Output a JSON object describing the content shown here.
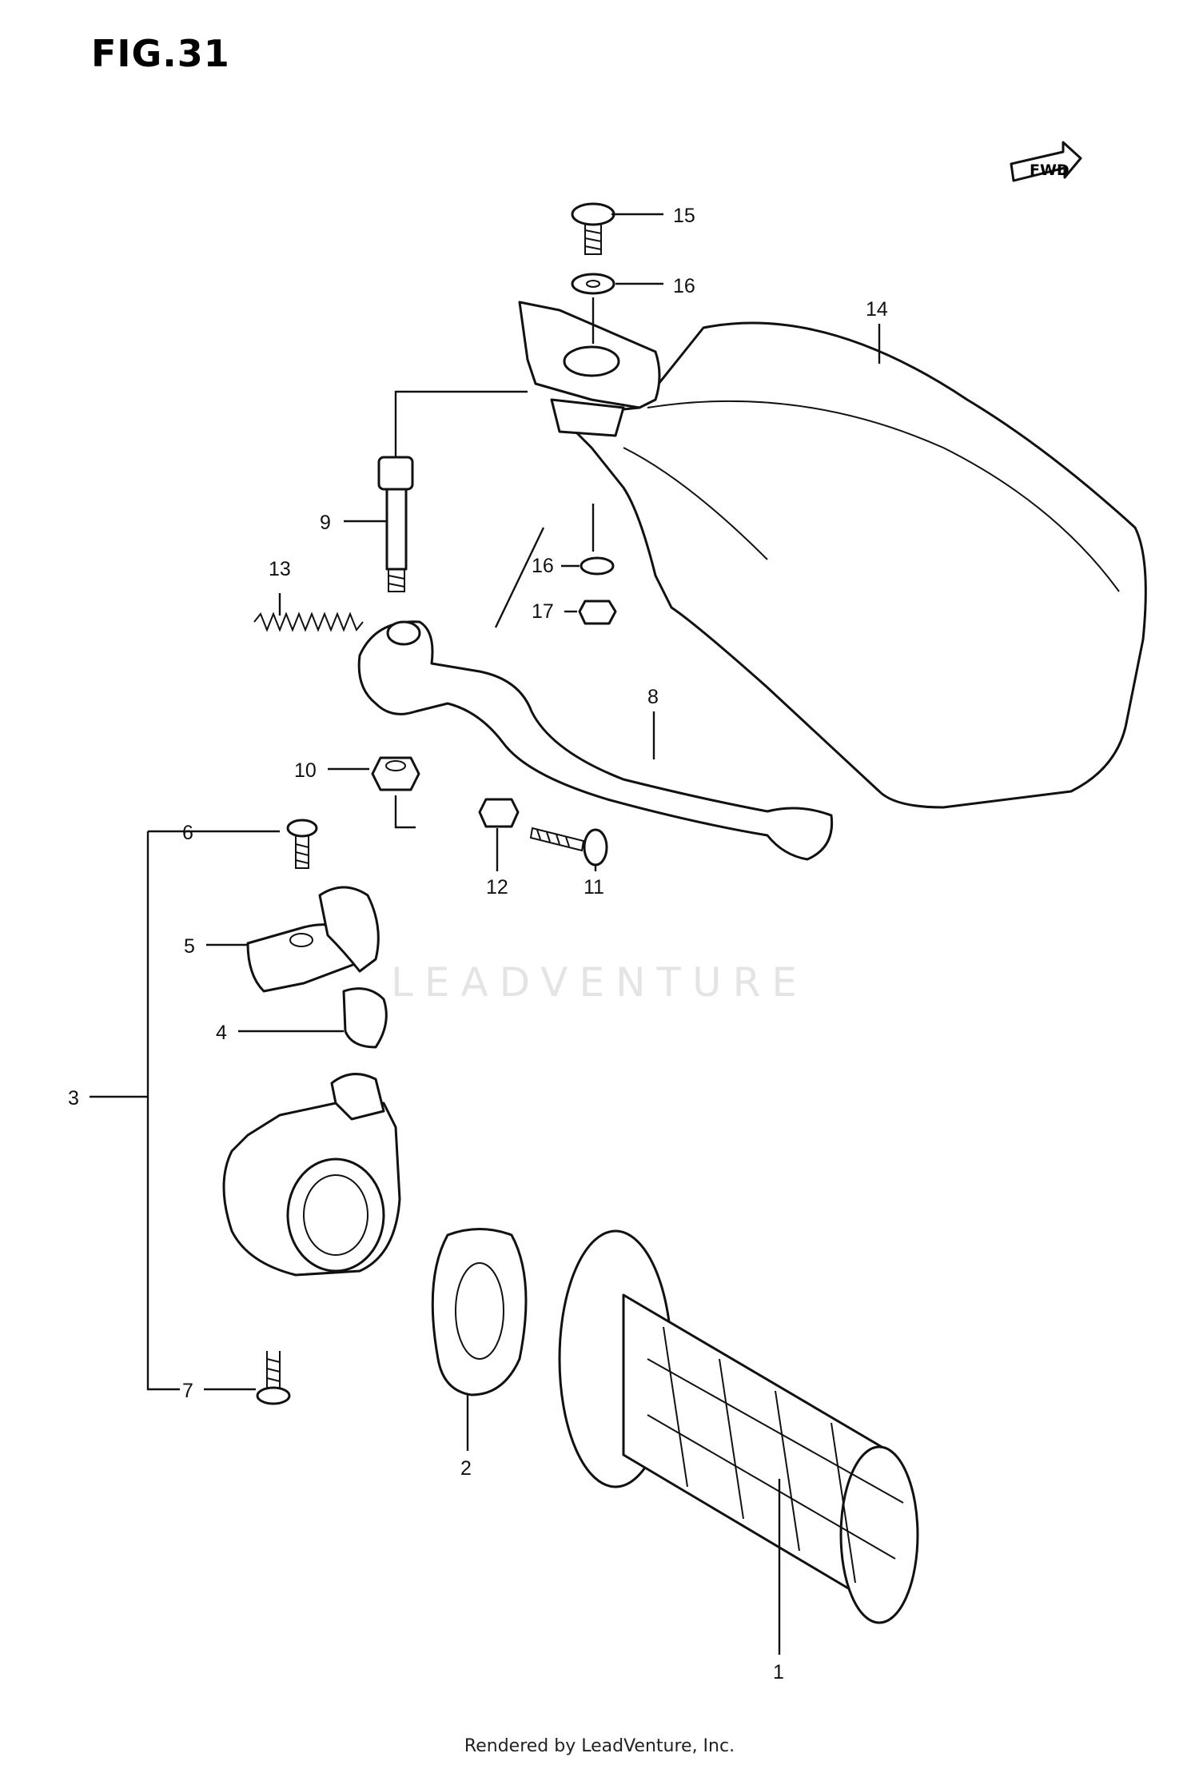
{
  "figure": {
    "title": "FIG.31"
  },
  "direction_tag": "FWD",
  "watermark": "LEADVENTURE",
  "footer": "Rendered by LeadVenture, Inc.",
  "callouts": {
    "c1": "1",
    "c2": "2",
    "c3": "3",
    "c4": "4",
    "c5": "5",
    "c6": "6",
    "c7": "7",
    "c8": "8",
    "c9": "9",
    "c10": "10",
    "c11": "11",
    "c12": "12",
    "c13": "13",
    "c14": "14",
    "c15": "15",
    "c16a": "16",
    "c16b": "16",
    "c17": "17"
  }
}
